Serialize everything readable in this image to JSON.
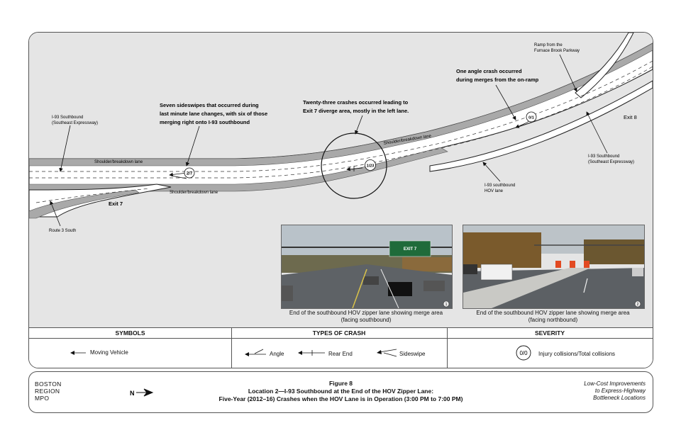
{
  "map": {
    "labels": {
      "i93_sb_left": "I-93 Southbound",
      "i93_sb_left_sub": "(Southeast Expressway)",
      "route3": "Route 3 South",
      "exit7": "Exit 7",
      "exit8": "Exit 8",
      "shoulder_top": "Shoulder/breakdown lane",
      "shoulder_bottom": "Shoulder/breakdown lane",
      "shoulder_upper_right": "Shoulder/breakdown lane",
      "ramp_line1": "Ramp from the",
      "ramp_line2": "Furnace Brook Parkway",
      "i93_sb_right": "I-93 Southbound",
      "i93_sb_right_sub": "(Southeast Expressway)",
      "hov_line1": "I-93 southbound",
      "hov_line2": "HOV lane"
    },
    "annotations": {
      "sideswipe_line1": "Seven sideswipes that occurred during",
      "sideswipe_line2": "last minute lane changes, with six of those",
      "sideswipe_line3": "merging right onto I-93 southbound",
      "crashes_line1": "Twenty-three crashes occurred leading to",
      "crashes_line2": "Exit 7 diverge area, mostly in the left lane.",
      "angle_line1": "One angle crash occurred",
      "angle_line2": "during merges from the on-ramp"
    },
    "severity_badges": {
      "sideswipe": "2/7",
      "rear_end": "1/23",
      "angle": "0/1"
    }
  },
  "photos": [
    {
      "caption_line1": "End of  the southbound HOV zipper lane showing merge area",
      "caption_line2": "(facing southbound)",
      "sign_text": "EXIT 7",
      "badge": "1"
    },
    {
      "caption_line1": "End of  the southbound HOV zipper lane showing merge area",
      "caption_line2": "(facing northbound)",
      "badge": "2"
    }
  ],
  "legend": {
    "symbols_header": "SYMBOLS",
    "types_header": "TYPES OF CRASH",
    "severity_header": "SEVERITY",
    "moving_vehicle": "Moving Vehicle",
    "angle": "Angle",
    "rear_end": "Rear End",
    "sideswipe": "Sideswipe",
    "severity_badge": "0/0",
    "severity_text": "Injury collisions/Total collisions"
  },
  "footer": {
    "org_line1": "BOSTON",
    "org_line2": "REGION",
    "org_line3": "MPO",
    "north_label": "N",
    "figure_number": "Figure 8",
    "title_line1": "Location 2—I-93 Southbound at the End of the HOV Zipper Lane:",
    "title_line2": "Five-Year (2012–16) Crashes when the HOV Lane is in Operation (3:00 PM to 7:00 PM)",
    "series_line1": "Low-Cost Improvements",
    "series_line2": "to Express-Highway",
    "series_line3": "Bottleneck Locations"
  },
  "colors": {
    "road": "#ffffff",
    "shoulder": "#a9a9a9",
    "background": "#e5e5e5",
    "line": "#111111"
  }
}
